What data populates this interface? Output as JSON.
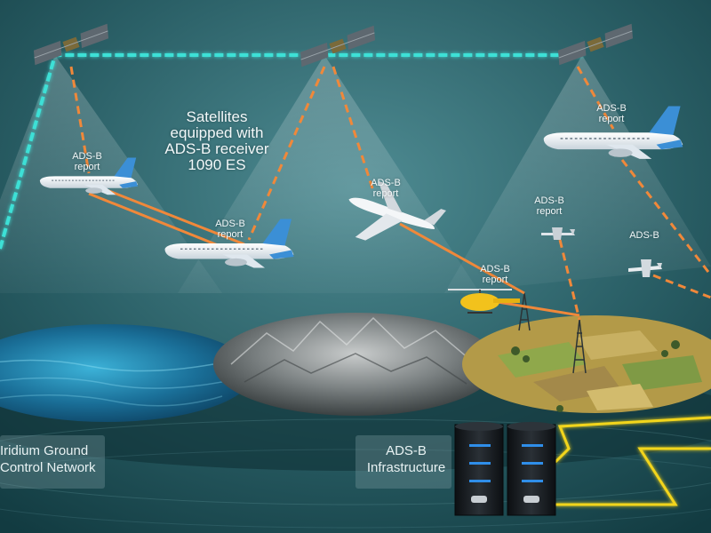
{
  "satellite_caption": [
    "Satellites",
    "equipped with",
    "ADS-B receiver",
    "1090 ES"
  ],
  "report_labels": {
    "line1": "ADS-B",
    "line2": "report"
  },
  "ground_network_label": [
    "Iridium Ground",
    "Control Network"
  ],
  "infrastructure_label": [
    "ADS-B",
    "Infrastructure"
  ],
  "colors": {
    "background": "#1d4e55",
    "satellite_link": "#3de0d6",
    "downlink": "#f0883a",
    "ground_link": "#f2d51a",
    "ocean": "#1f7fa6",
    "terrain": "#8a8f90",
    "farmland": "#b8a14a"
  }
}
